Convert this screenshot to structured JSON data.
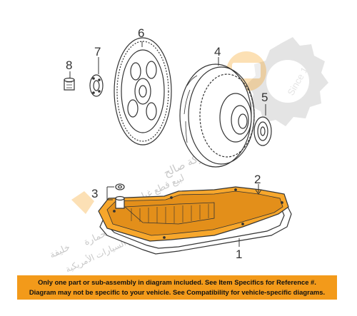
{
  "callouts": {
    "c1": "1",
    "c2": "2",
    "c3": "3",
    "c4": "4",
    "c5": "5",
    "c6": "6",
    "c7": "7",
    "c8": "8"
  },
  "watermark": {
    "since_text": "Since 1959",
    "arabic_line_1": "شركة صالح",
    "arabic_line_2": "لبيع قطع غيار",
    "arabic_line_3": "خليفة",
    "arabic_line_4": "قطع غيار السيارات الأمريكية",
    "arabic_line_5": "بحمارة"
  },
  "notice": {
    "line1": "Only one part or sub-assembly in diagram included. See Item Specifics for Reference #.",
    "line2": "Diagram may not be specific to your vehicle. See Compatibility for vehicle-specific diagrams."
  },
  "colors": {
    "highlight_pan": "#f7a72c",
    "banner": "#f39a1a",
    "watermark_gray": "#cfcfcf"
  }
}
